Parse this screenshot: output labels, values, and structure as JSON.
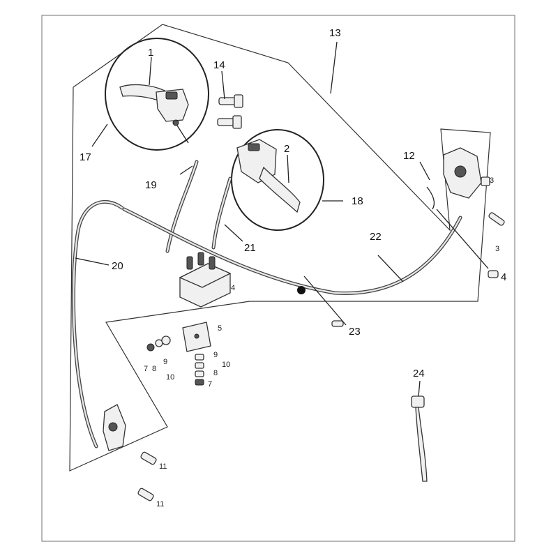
{
  "diagram": {
    "callouts": [
      {
        "id": "c1",
        "text": "1"
      },
      {
        "id": "c2",
        "text": "2"
      },
      {
        "id": "c3a",
        "text": "3"
      },
      {
        "id": "c3b",
        "text": "3"
      },
      {
        "id": "c4",
        "text": "4"
      },
      {
        "id": "c4b",
        "text": "4"
      },
      {
        "id": "c5",
        "text": "5"
      },
      {
        "id": "c7a",
        "text": "7"
      },
      {
        "id": "c7b",
        "text": "7"
      },
      {
        "id": "c8a",
        "text": "8"
      },
      {
        "id": "c8b",
        "text": "8"
      },
      {
        "id": "c9a",
        "text": "9"
      },
      {
        "id": "c9b",
        "text": "9"
      },
      {
        "id": "c10a",
        "text": "10"
      },
      {
        "id": "c10b",
        "text": "10"
      },
      {
        "id": "c11a",
        "text": "11"
      },
      {
        "id": "c11b",
        "text": "11"
      },
      {
        "id": "c12",
        "text": "12"
      },
      {
        "id": "c13",
        "text": "13"
      },
      {
        "id": "c14",
        "text": "14"
      },
      {
        "id": "c17",
        "text": "17"
      },
      {
        "id": "c18",
        "text": "18"
      },
      {
        "id": "c19",
        "text": "19"
      },
      {
        "id": "c20",
        "text": "20"
      },
      {
        "id": "c21",
        "text": "21"
      },
      {
        "id": "c22",
        "text": "22"
      },
      {
        "id": "c23",
        "text": "23"
      },
      {
        "id": "c24",
        "text": "24"
      }
    ]
  }
}
